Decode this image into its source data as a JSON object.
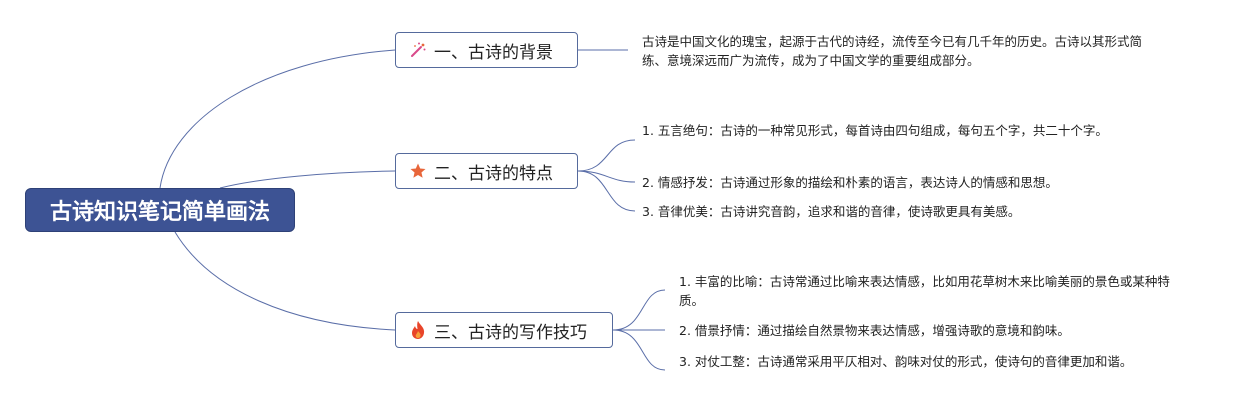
{
  "root": {
    "title": "古诗知识笔记简单画法"
  },
  "branches": [
    {
      "icon": "magic-wand-icon",
      "label": "一、古诗的背景",
      "items": [
        "古诗是中国文化的瑰宝，起源于古代的诗经，流传至今已有几千年的历史。古诗以其形式简练、意境深远而广为流传，成为了中国文学的重要组成部分。"
      ]
    },
    {
      "icon": "star-icon",
      "label": "二、古诗的特点",
      "items": [
        "1. 五言绝句：古诗的一种常见形式，每首诗由四句组成，每句五个字，共二十个字。",
        "2. 情感抒发：古诗通过形象的描绘和朴素的语言，表达诗人的情感和思想。",
        "3. 音律优美：古诗讲究音韵，追求和谐的音律，使诗歌更具有美感。"
      ]
    },
    {
      "icon": "fire-icon",
      "label": "三、古诗的写作技巧",
      "items": [
        "1. 丰富的比喻：古诗常通过比喻来表达情感，比如用花草树木来比喻美丽的景色或某种特质。",
        "2. 借景抒情：通过描绘自然景物来表达情感，增强诗歌的意境和韵味。",
        "3. 对仗工整：古诗通常采用平仄相对、韵味对仗的形式，使诗句的音律更加和谐。"
      ]
    }
  ],
  "colors": {
    "root_bg": "#3d5394",
    "line": "#5a6ea8",
    "star": "#e8663a",
    "fire": "#e8452a",
    "wand": "#d94a8a"
  }
}
